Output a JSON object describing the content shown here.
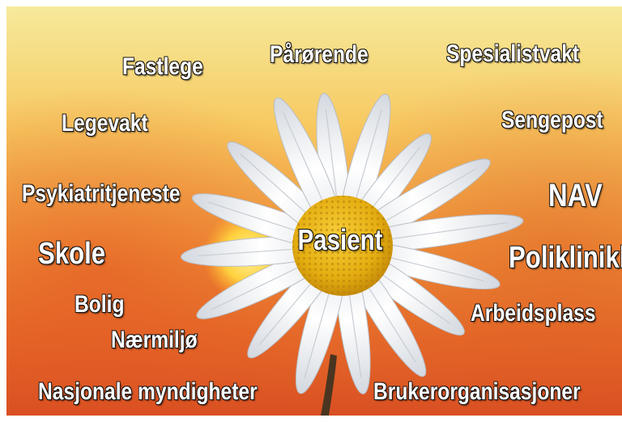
{
  "center_label": "Pasient",
  "labels": {
    "parorende": "Pårørende",
    "spesialistvakt": "Spesialistvakt",
    "fastlege": "Fastlege",
    "legevakt": "Legevakt",
    "sengepost": "Sengepost",
    "psykiatritjeneste": "Psykiatritjeneste",
    "nav": "NAV",
    "skole": "Skole",
    "poliklinikk": "Poliklinikk",
    "bolig": "Bolig",
    "arbeidsplass": "Arbeidsplass",
    "naermiljo": "Nærmiljø",
    "nasjonale_myndigheter": "Nasjonale myndigheter",
    "brukerorganisasjoner": "Brukerorganisasjoner"
  },
  "colors": {
    "sky_top": "#f6e28a",
    "sky_mid": "#f5b04a",
    "sky_low": "#e8672a",
    "sun": "#ffd23f",
    "petal": "#f4f5f7",
    "disc": "#e8b012",
    "label_fill": "#ffffff",
    "label_outline": "#111111"
  }
}
